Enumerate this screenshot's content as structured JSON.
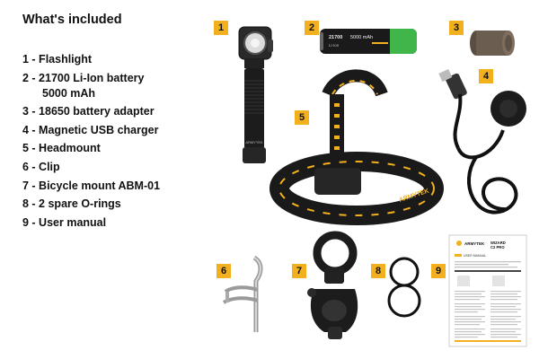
{
  "heading": "What's included",
  "items": [
    {
      "num": "1",
      "label": "1 - Flashlight"
    },
    {
      "num": "2",
      "label": "2 - 21700 Li-Ion battery",
      "label2": "5000 mAh"
    },
    {
      "num": "3",
      "label": "3 - 18650 battery adapter"
    },
    {
      "num": "4",
      "label": "4 - Magnetic USB charger"
    },
    {
      "num": "5",
      "label": "5 - Headmount"
    },
    {
      "num": "6",
      "label": "6 - Clip"
    },
    {
      "num": "7",
      "label": "7 - Bicycle mount ABM-01"
    },
    {
      "num": "8",
      "label": "8 - 2 spare O-rings"
    },
    {
      "num": "9",
      "label": "9 - User manual"
    }
  ],
  "badges": [
    "1",
    "2",
    "3",
    "4",
    "5",
    "6",
    "7",
    "8",
    "9"
  ],
  "brand": "ARMYTEK",
  "battery_text": {
    "model": "21700",
    "capacity": "5000 mAh",
    "type": "Li-Ion"
  },
  "manual_text": {
    "brand": "ARMYTEK",
    "model_line1": "WIZARD",
    "model_line2": "C2 PRO",
    "section": "USER MANUAL"
  },
  "colors": {
    "accent": "#f2b01e",
    "body": "#1c1c1c",
    "battery_green": "#3fb54a"
  }
}
